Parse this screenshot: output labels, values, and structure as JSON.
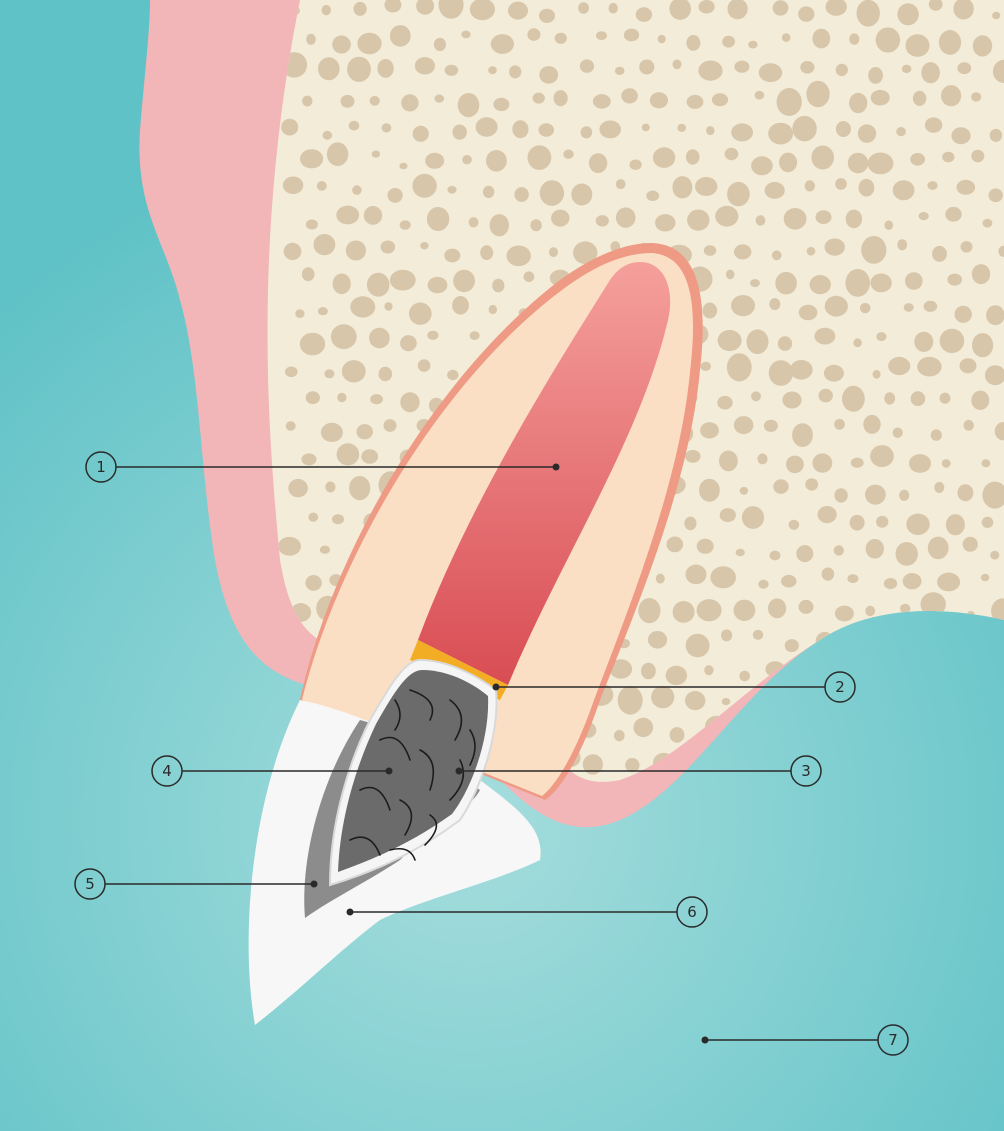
{
  "colors": {
    "background_light": "#a4dcdc",
    "background_dark": "#5ec2c6",
    "gingiva": "#f2b5b8",
    "bone": "#f3ecd8",
    "bone_pores": "#d7c6aa",
    "ligament": "#ee9a84",
    "dentin": "#fbdfc4",
    "pulp_light": "#f28e8d",
    "pulp_dark": "#d94e55",
    "liner": "#f3ad24",
    "filling": "#6b6b6b",
    "enamel": "#f7f7f7",
    "enamel_shadow": "#8c8c8c"
  },
  "callouts": [
    {
      "number": "1"
    },
    {
      "number": "2"
    },
    {
      "number": "3"
    },
    {
      "number": "4"
    },
    {
      "number": "5"
    },
    {
      "number": "6"
    },
    {
      "number": "7"
    }
  ]
}
